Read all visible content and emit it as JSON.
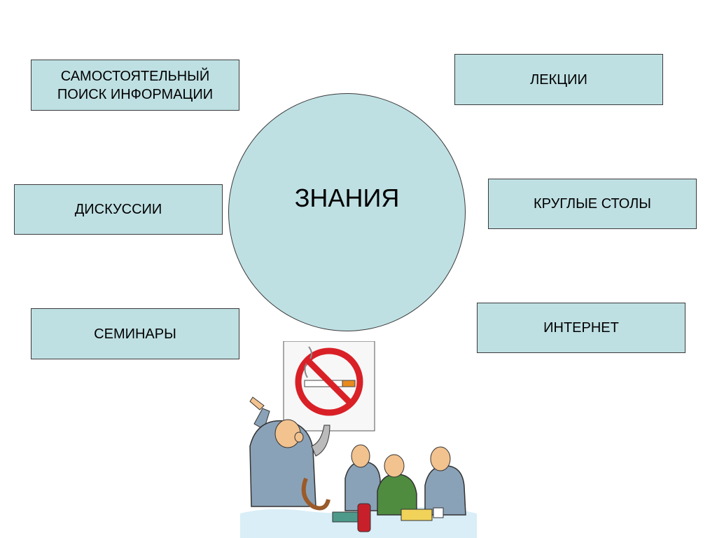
{
  "diagram": {
    "center": "ЗНАНИЯ",
    "boxes": {
      "self_search": [
        "САМОСТОЯТЕЛЬНЫЙ",
        "ПОИСК ИНФОРМАЦИИ"
      ],
      "lectures": "ЛЕКЦИИ",
      "discussions": "ДИСКУССИИ",
      "round_tables": "КРУГЛЫЕ СТОЛЫ",
      "seminars": "СЕМИНАРЫ",
      "internet": "ИНТЕРНЕТ"
    }
  },
  "colors": {
    "box_fill": "#bfe0e3",
    "border": "#3a3a3a",
    "no_sign_red": "#d92027"
  },
  "illustration": {
    "icon": "no-smoking-cartoon"
  }
}
